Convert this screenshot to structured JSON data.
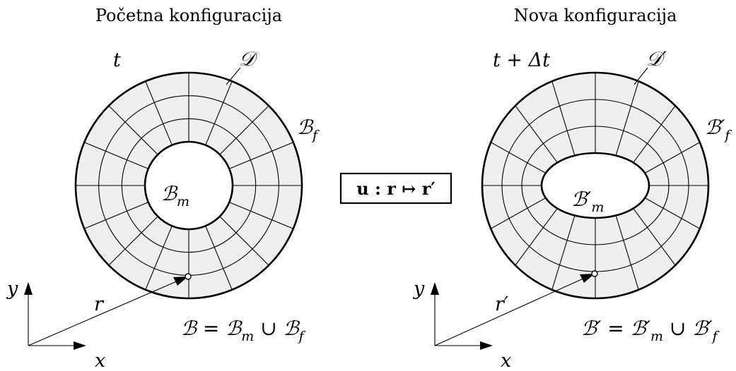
{
  "left": {
    "title": "Početna konfiguracija",
    "time": "t",
    "domain": "𝒟",
    "boundary_f": "ℬ",
    "boundary_f_sub": "f",
    "boundary_m": "ℬ",
    "boundary_m_sub": "m",
    "radius": "r",
    "axis_x": "x",
    "axis_y": "y",
    "union_eq": "ℬ = ℬ",
    "union_m_sub": "m",
    "union_op": " ∪ ℬ",
    "union_f_sub": "f"
  },
  "right": {
    "title": "Nova konfiguracija",
    "time": "t + Δt",
    "domain": "𝒟′",
    "boundary_f": "ℬ′",
    "boundary_f_sub": "f",
    "boundary_m": "ℬ′",
    "boundary_m_sub": "m",
    "radius": "r′",
    "axis_x": "x",
    "axis_y": "y",
    "union_eq": "ℬ′ = ℬ′",
    "union_m_sub": "m",
    "union_op": " ∪ ℬ′",
    "union_f_sub": "f"
  },
  "mapping": "u : r ↦ r′",
  "colors": {
    "fill": "#efefef",
    "stroke": "#000000"
  }
}
